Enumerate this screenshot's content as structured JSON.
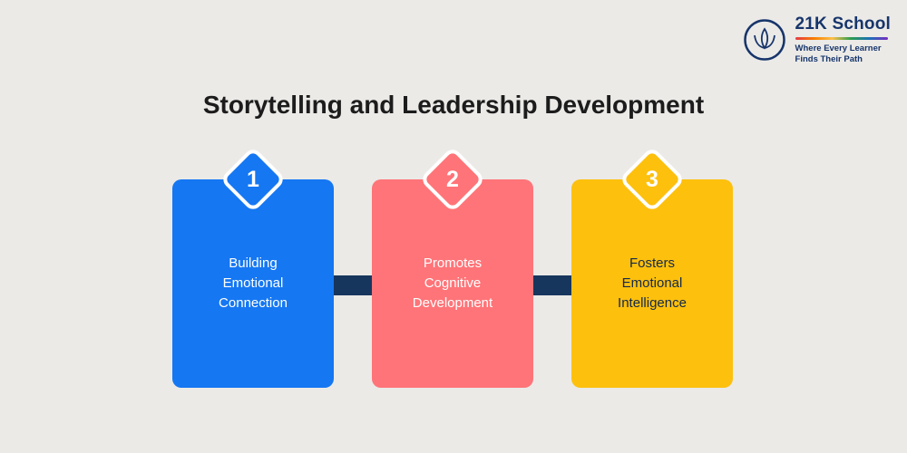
{
  "background_color": "#ebeae7",
  "logo": {
    "name": "21K School",
    "tagline_line1": "Where Every Learner",
    "tagline_line2": "Finds Their Path",
    "brand_color": "#17356b"
  },
  "title": "Storytelling and Leadership Development",
  "connector_color": "#17365d",
  "steps": [
    {
      "number": "1",
      "label": "Building Emotional Connection",
      "lines": [
        "Building",
        "Emotional",
        "Connection"
      ],
      "color": "#1577f2",
      "text_color": "#ffffff"
    },
    {
      "number": "2",
      "label": "Promotes Cognitive Development",
      "lines": [
        "Promotes",
        "Cognitive",
        "Development"
      ],
      "color": "#ff7478",
      "text_color": "#ffffff"
    },
    {
      "number": "3",
      "label": "Fosters Emotional Intelligence",
      "lines": [
        "Fosters",
        "Emotional",
        "Intelligence"
      ],
      "color": "#fdc00d",
      "text_color": "#13294b"
    }
  ]
}
